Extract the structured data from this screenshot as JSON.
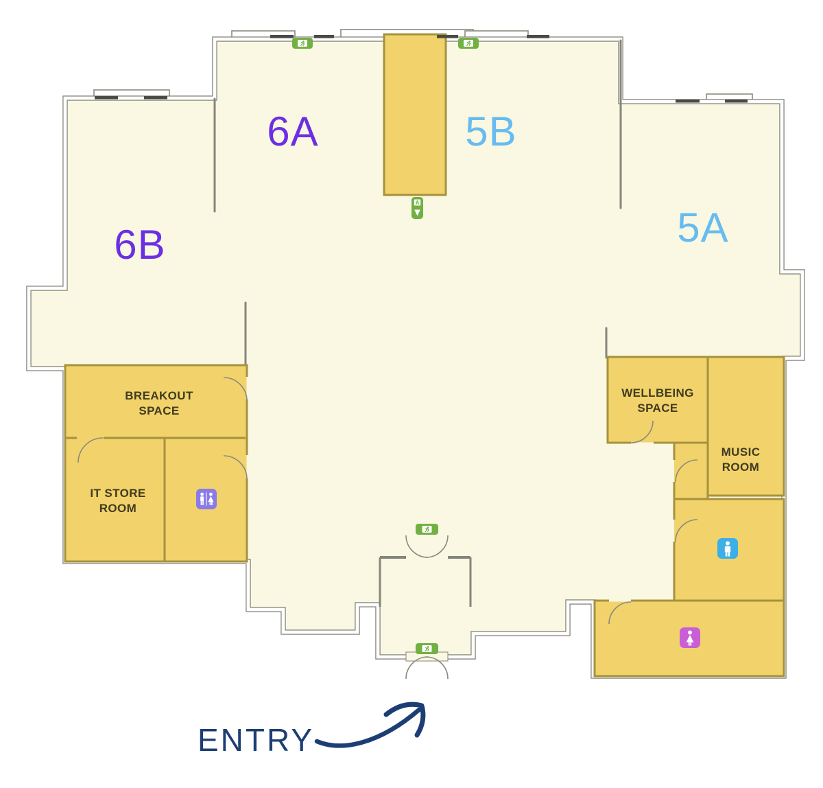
{
  "floor_plan": {
    "areas": {
      "area_6a": "6A",
      "area_6b": "6B",
      "area_5b": "5B",
      "area_5a": "5A"
    },
    "rooms": {
      "breakout": {
        "line1": "BREAKOUT",
        "line2": "SPACE"
      },
      "it_store": {
        "line1": "IT STORE",
        "line2": "ROOM"
      },
      "wellbeing": {
        "line1": "WELLBEING",
        "line2": "SPACE"
      },
      "music": {
        "line1": "MUSIC",
        "line2": "ROOM"
      }
    },
    "entry_label": "ENTRY",
    "icons": {
      "exit_sign": "emergency-exit-running-man",
      "exit_sign_down": "emergency-exit-down-arrow",
      "toilet_unisex": "unisex-toilet",
      "toilet_male": "male-toilet",
      "toilet_female": "female-toilet",
      "stairwell": "stair-shaft"
    },
    "colors": {
      "floor_cream": "#FAF8E2",
      "room_yellow": "#F2D26B",
      "room_border_olive": "#A5923E",
      "wall_gray": "#8A8A80",
      "exit_green": "#72B044",
      "label_purple": "#6B2FE3",
      "label_blue": "#66BCF0",
      "room_text": "#403B20",
      "entry_navy": "#1D3E75",
      "toilet_purple": "#8A7BE8",
      "toilet_blue": "#3BAFE6",
      "toilet_magenta": "#C95FD6"
    }
  }
}
